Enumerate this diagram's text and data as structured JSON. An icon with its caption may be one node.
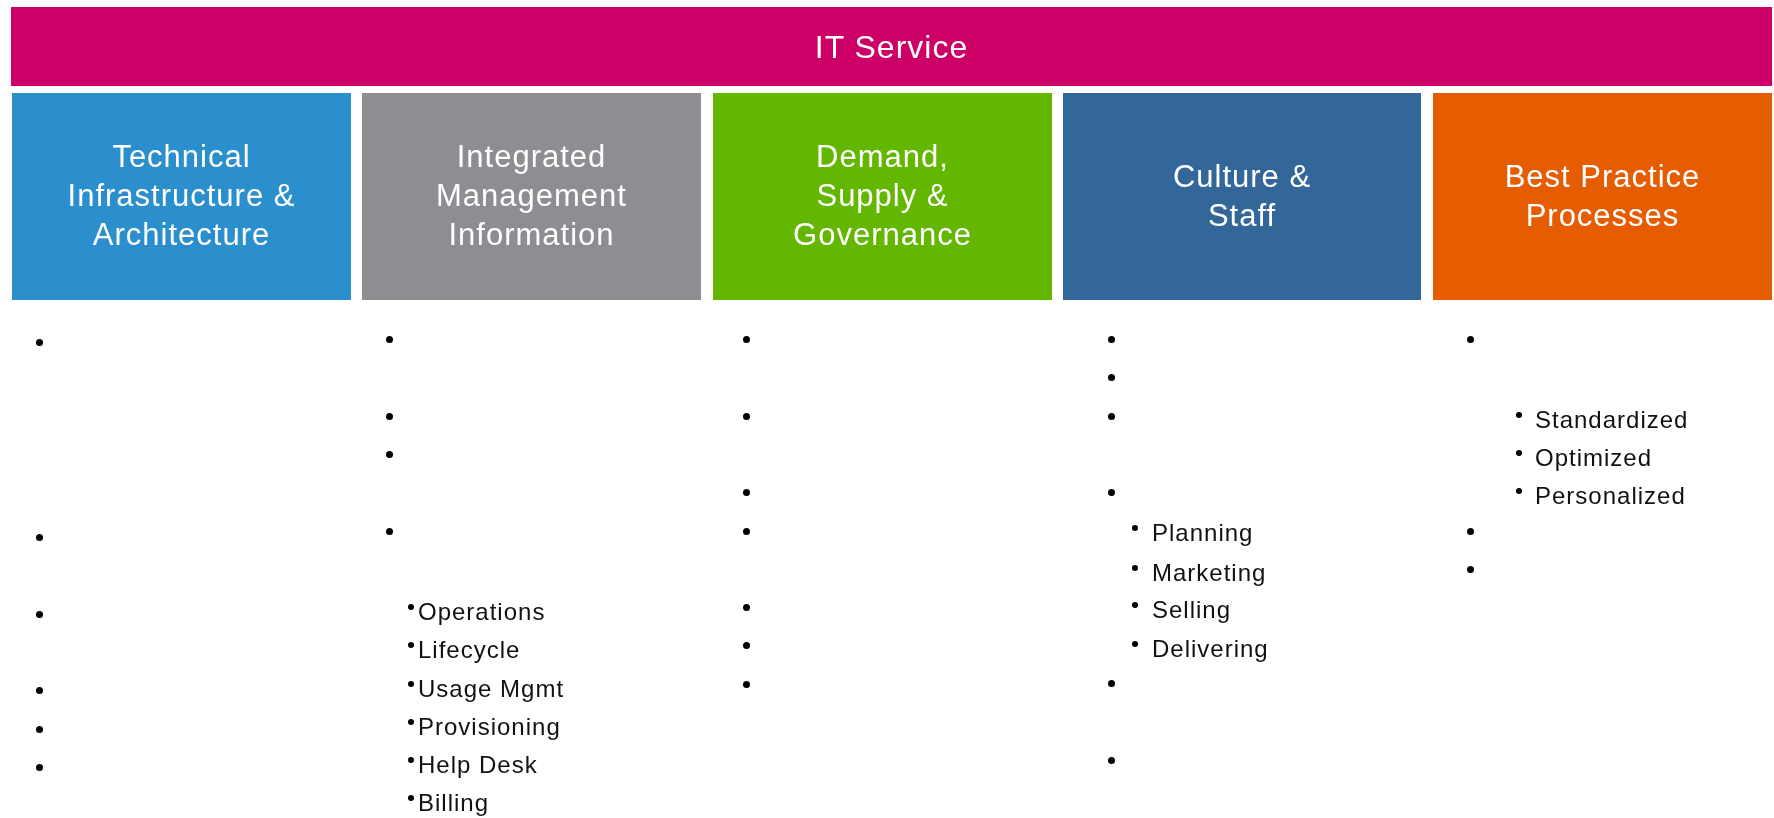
{
  "diagram": {
    "nodes": [
      {
        "text": [
          "IT Service"
        ]
      },
      {
        "text": [
          "Technical Infrastructure & Architecture"
        ]
      },
      {
        "text": [
          "Integrated Management Information"
        ]
      },
      {
        "text": [
          "Demand, Supply & Governance"
        ]
      },
      {
        "text": [
          "Culture & Staff"
        ]
      },
      {
        "text": [
          "Best Practice Processes"
        ]
      }
    ],
    "labels": [
      "Operations",
      "Lifecycle",
      "Usage Mgmt",
      "Provisioning",
      "Help Desk",
      "Billing",
      "Planning",
      "Marketing",
      "Selling",
      "Delivering",
      "Standardized",
      "Optimized",
      "Personalized"
    ]
  }
}
